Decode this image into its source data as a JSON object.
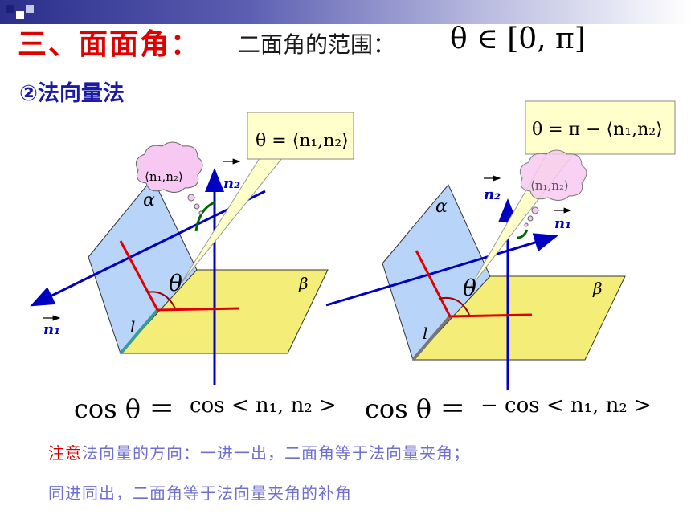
{
  "header": {
    "title": "三、面面角：",
    "subtitle": "二面角的范围：",
    "range": "θ ∈ [0, π]"
  },
  "method": "②法向量法",
  "left_diagram": {
    "callout": "θ = ⟨n₁,n₂⟩",
    "bubble": "⟨n₁,n₂⟩",
    "label_alpha": "α",
    "label_beta": "β",
    "label_theta": "θ",
    "label_l": "l",
    "label_n1": "n₁",
    "label_n2": "n₂"
  },
  "right_diagram": {
    "callout": "θ = π − ⟨n₁,n₂⟩",
    "bubble": "⟨n₁,n₂⟩",
    "label_alpha": "α",
    "label_beta": "β",
    "label_theta": "θ",
    "label_l": "l",
    "label_n1": "n₁",
    "label_n2": "n₂"
  },
  "formulas": {
    "left_lhs": "cos θ ＝",
    "left_rhs": "cos < n₁, n₂ >",
    "right_lhs": "cos θ ＝",
    "right_rhs": "− cos < n₁, n₂ >"
  },
  "note": {
    "highlight": "注意",
    "line1": "法向量的方向：一进一出，二面角等于法向量夹角；",
    "line2": "同进同出，二面角等于法向量夹角的补角"
  },
  "colors": {
    "title_red": "#e00000",
    "method_blue": "#1a1aa6",
    "plane_alpha": "#b8d4f8",
    "plane_beta": "#f4ee78",
    "vector_blue": "#0000c0",
    "angle_red": "#e00000",
    "note_text": "#6f6fd0",
    "callout_fill": "#ffffcc"
  }
}
